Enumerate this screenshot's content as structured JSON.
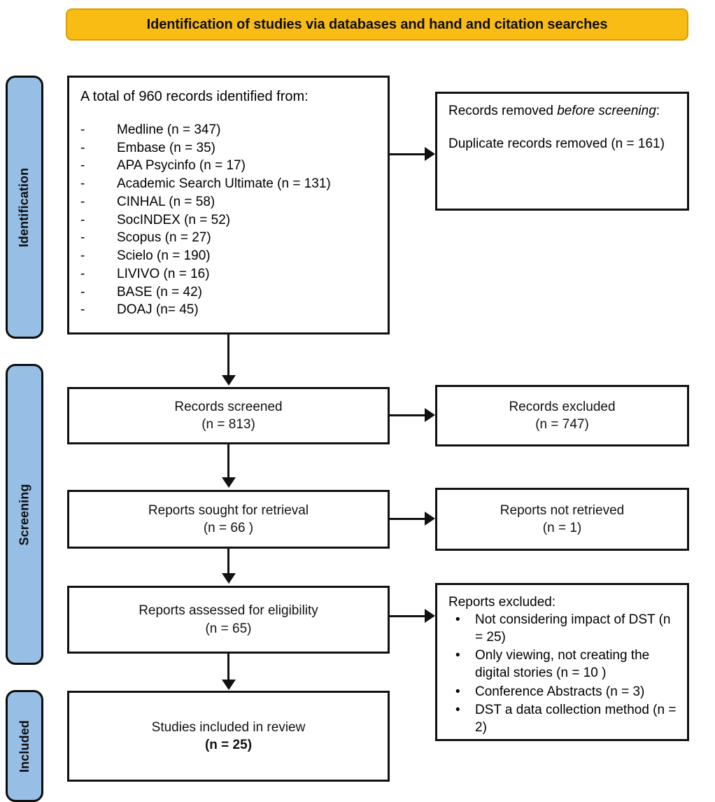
{
  "banner": {
    "title": "Identification of studies via databases and hand and citation searches"
  },
  "stages": {
    "identification": "Identification",
    "screening": "Screening",
    "included": "Included"
  },
  "identification_box": {
    "title": "A total of 960 records identified from:",
    "bullet_marker": "-",
    "sources": [
      "Medline (n = 347)",
      "Embase (n = 35)",
      "APA Psycinfo (n = 17)",
      "Academic Search Ultimate (n = 131)",
      "CINHAL (n = 58)",
      "SocINDEX (n = 52)",
      "Scopus (n = 27)",
      "Scielo (n = 190)",
      "LIVIVO (n = 16)",
      "BASE (n = 42)",
      "DOAJ (n= 45)"
    ]
  },
  "removed_box": {
    "line1_prefix": "Records removed ",
    "line1_italic": "before screening",
    "line1_suffix": ":",
    "line2": "Duplicate records removed  (n = 161)"
  },
  "screened_box": {
    "label": "Records screened",
    "count": "(n = 813)"
  },
  "excluded_box": {
    "label": "Records excluded",
    "count": "(n = 747)"
  },
  "sought_box": {
    "label": "Reports sought for retrieval",
    "count": "(n = 66 )"
  },
  "not_retrieved_box": {
    "label": "Reports not retrieved",
    "count": "(n = 1)"
  },
  "assessed_box": {
    "label": "Reports assessed for eligibility",
    "count": "(n = 65)"
  },
  "reports_excluded_box": {
    "title": "Reports excluded:",
    "bullet_marker": "•",
    "reasons": [
      "Not considering impact of DST (n = 25)",
      "Only viewing, not creating the digital stories (n = 10 )",
      "Conference Abstracts (n = 3)",
      "DST a data collection method (n = 2)"
    ]
  },
  "included_box": {
    "label": "Studies included in review",
    "count": "(n = 25)"
  },
  "colors": {
    "banner_fill": "#F9BC15",
    "stage_fill": "#97BFE6",
    "line": "#111111"
  }
}
